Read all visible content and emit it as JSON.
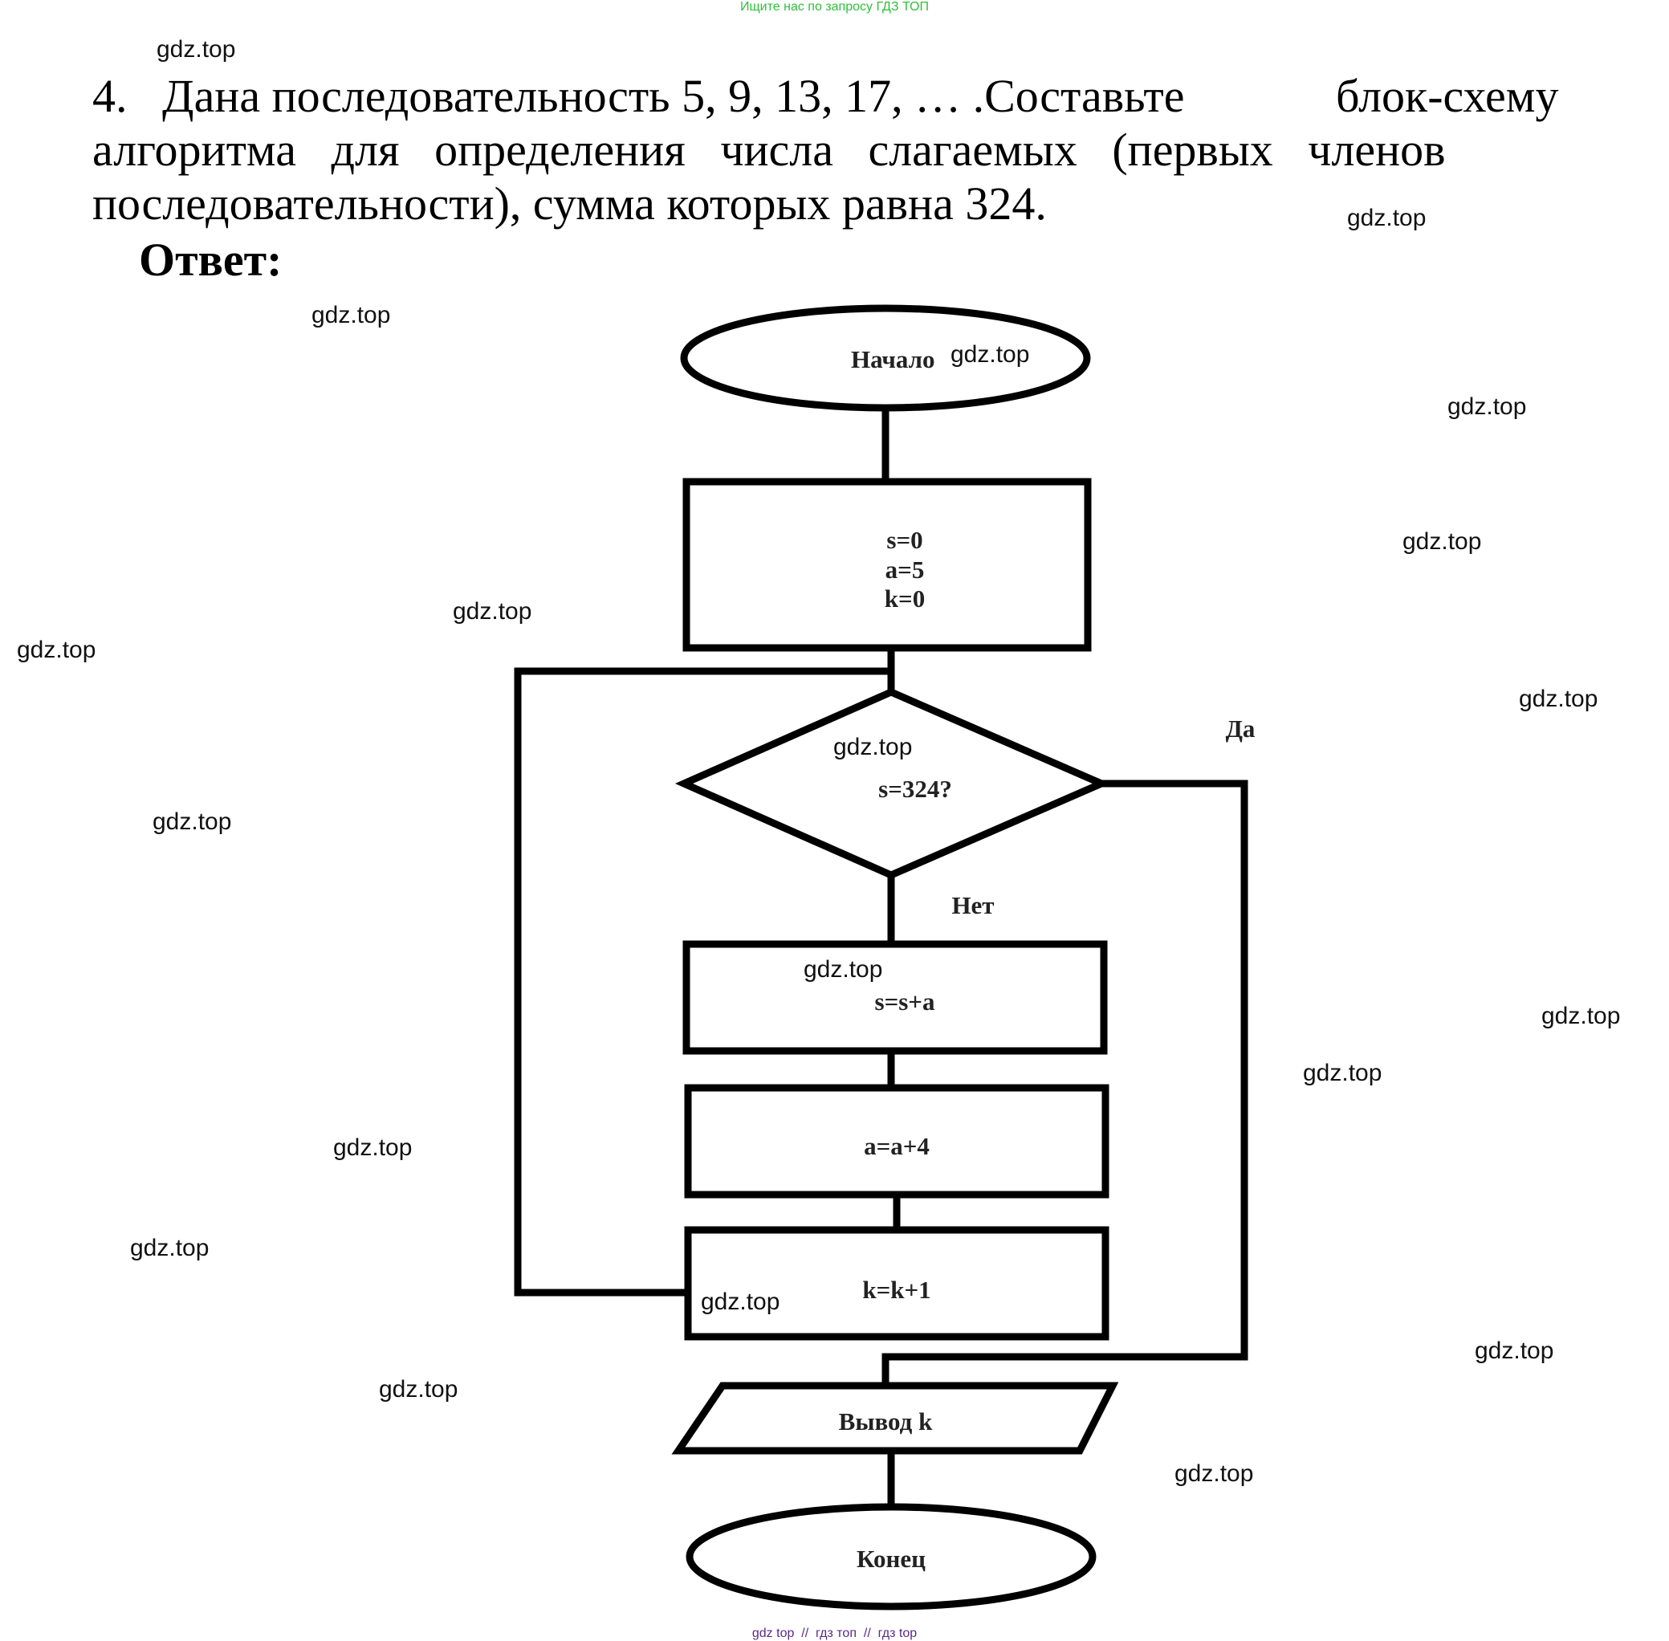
{
  "banner": "Ищите нас по запросу ГДЗ ТОП",
  "problem": {
    "line1": "4.   Дана последовательность 5, 9, 13, 17, … .Составьте             блок-схему",
    "line2": "алгоритма   для   определения   числа   слагаемых   (первых   членов",
    "line3": "последовательности), сумма которых равна 324."
  },
  "answer_label": "Ответ:",
  "flowchart": {
    "start": "Начало",
    "init": [
      "s=0",
      "a=5",
      "k=0"
    ],
    "condition": "s=324?",
    "yes_label": "Да",
    "no_label": "Нет",
    "step1": "s=s+a",
    "step2": "a=a+4",
    "step3": "k=k+1",
    "output": "Вывод k",
    "end": "Конец"
  },
  "watermark": "gdz.top",
  "footer": "gdz top  //  гдз топ  //  гдз top"
}
